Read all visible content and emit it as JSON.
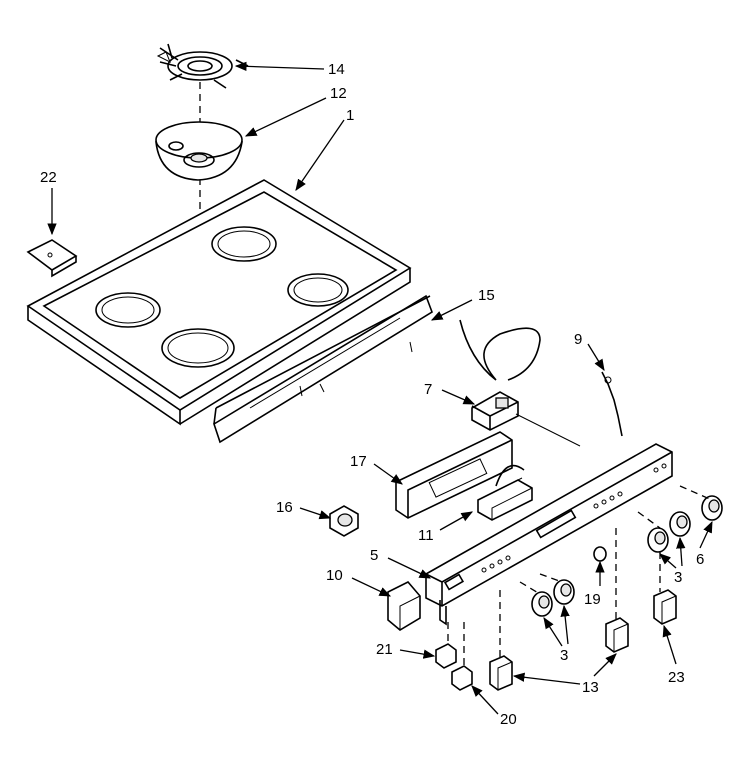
{
  "diagram": {
    "callouts": {
      "c14": "14",
      "c12": "12",
      "c1": "1",
      "c22": "22",
      "c15": "15",
      "c9": "9",
      "c7": "7",
      "c17": "17",
      "c16": "16",
      "c11": "11",
      "c5": "5",
      "c10": "10",
      "c6": "6",
      "c3a": "3",
      "c19": "19",
      "c3b": "3",
      "c21": "21",
      "c23": "23",
      "c13": "13",
      "c20": "20"
    },
    "ink_color": "#000000",
    "paper_color": "#ffffff"
  }
}
